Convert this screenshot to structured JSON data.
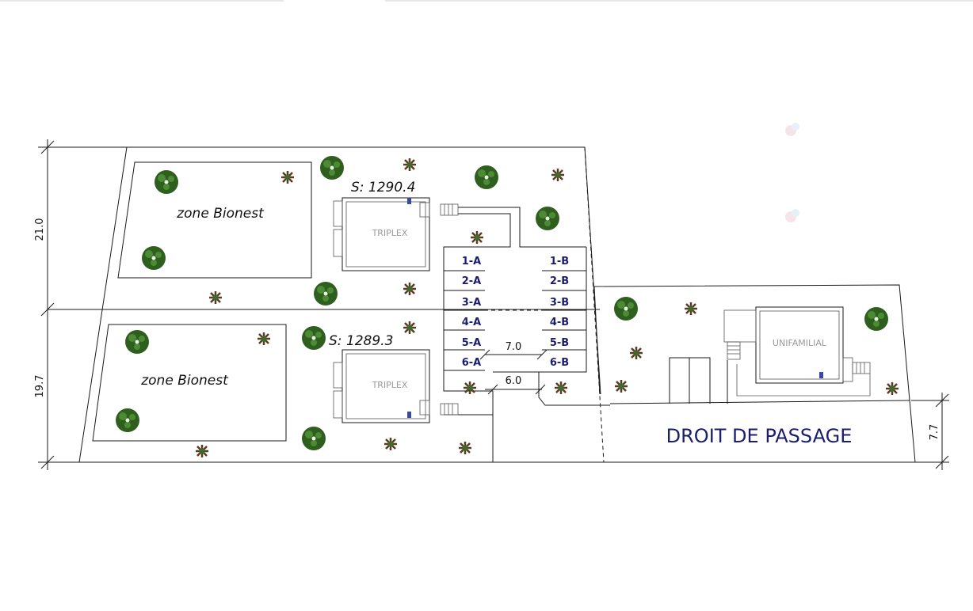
{
  "plan": {
    "zones": [
      {
        "label": "zone Bionest"
      },
      {
        "label": "zone Bionest"
      }
    ],
    "areas": [
      {
        "label": "S: 1290.4"
      },
      {
        "label": "S: 1289.3"
      }
    ],
    "buildings": [
      {
        "label": "TRIPLEX"
      },
      {
        "label": "TRIPLEX"
      },
      {
        "label": "UNIFAMILIAL"
      }
    ],
    "parking_a": [
      "1-A",
      "2-A",
      "3-A",
      "4-A",
      "5-A",
      "6-A"
    ],
    "parking_b": [
      "1-B",
      "2-B",
      "3-B",
      "4-B",
      "5-B",
      "6-B"
    ],
    "dimensions": {
      "lot_top_depth": "21.0",
      "lot_bottom_depth": "19.7",
      "passage_width": "7.7",
      "aisle_upper": "7.0",
      "aisle_lower": "6.0"
    },
    "passage_label": "DROIT DE PASSAGE",
    "colors": {
      "label_blue": "#1b1e6e",
      "tree_green": "#2e5f1f",
      "shrub_brown": "#5a3a22",
      "line": "#1a1a1a"
    }
  }
}
